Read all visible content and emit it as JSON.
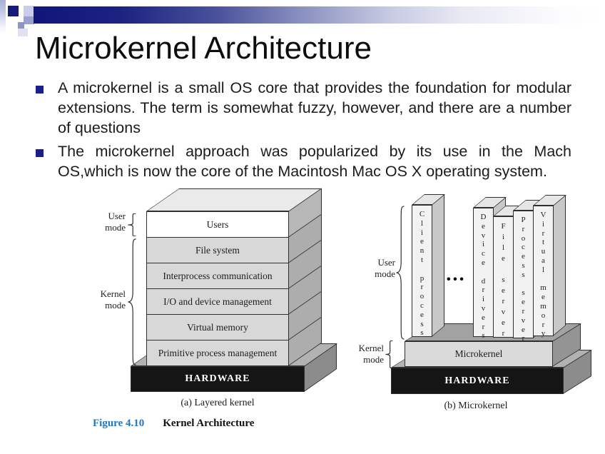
{
  "slide": {
    "title": "Microkernel Architecture",
    "bullets": [
      "A microkernel is a small OS core that provides the foundation for modular extensions. The term is somewhat fuzzy, however, and there are a number of questions",
      "The microkernel approach was popularized by its use in the Mach OS,which is now the core of the Macintosh Mac OS X operating system."
    ]
  },
  "colors": {
    "accent_navy": "#1a1f8c",
    "banner_navy": "#10167a",
    "figure_blue": "#2276c0",
    "hardware_black": "#151515"
  },
  "layered": {
    "user_mode": "User mode",
    "kernel_mode": "Kernel mode",
    "layers": [
      "Users",
      "File system",
      "Interprocess communication",
      "I/O and device management",
      "Virtual memory",
      "Primitive process management"
    ],
    "hardware": "HARDWARE",
    "caption": "(a) Layered kernel"
  },
  "micro": {
    "user_mode": "User mode",
    "kernel_mode": "Kernel mode",
    "pillars": [
      "Client process",
      "Device drivers",
      "File server",
      "Process server",
      "Virtual memory"
    ],
    "ellipsis": "•••",
    "kernel_box": "Microkernel",
    "hardware": "HARDWARE",
    "caption": "(b) Microkernel"
  },
  "figure": {
    "number": "Figure 4.10",
    "title": "Kernel Architecture"
  }
}
